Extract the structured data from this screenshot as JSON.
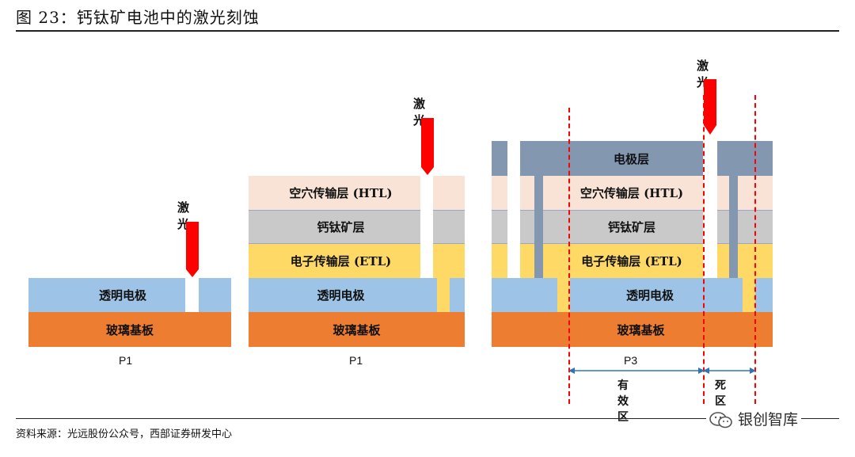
{
  "figure": {
    "title": "图 23：钙钛矿电池中的激光刻蚀",
    "source": "资料来源：光远股份公众号，西部证券研发中心",
    "brand": "银创智库"
  },
  "colors": {
    "glass": "#ED7D31",
    "transparent_electrode": "#9DC3E6",
    "etl": "#FFD966",
    "perovskite": "#C9C9C9",
    "htl": "#F8E3D6",
    "electrode": "#8497B0",
    "laser": "#FF0000"
  },
  "panels": [
    {
      "caption": "P1",
      "laser": "激光",
      "layers": {
        "tco": "透明电极",
        "glass": "玻璃基板"
      }
    },
    {
      "caption": "P1",
      "laser": "激光",
      "layers": {
        "htl": "空穴传输层 (HTL)",
        "perovskite": "钙钛矿层",
        "etl": "电子传输层 (ETL)",
        "tco": "透明电极",
        "glass": "玻璃基板"
      }
    },
    {
      "caption": "P3",
      "laser": "激光",
      "layers": {
        "electrode": "电极层",
        "htl": "空穴传输层 (HTL)",
        "perovskite": "钙钛矿层",
        "etl": "电子传输层 (ETL)",
        "tco": "透明电极",
        "glass": "玻璃基板"
      },
      "regions": {
        "active": "有效区",
        "dead": "死区"
      }
    }
  ]
}
